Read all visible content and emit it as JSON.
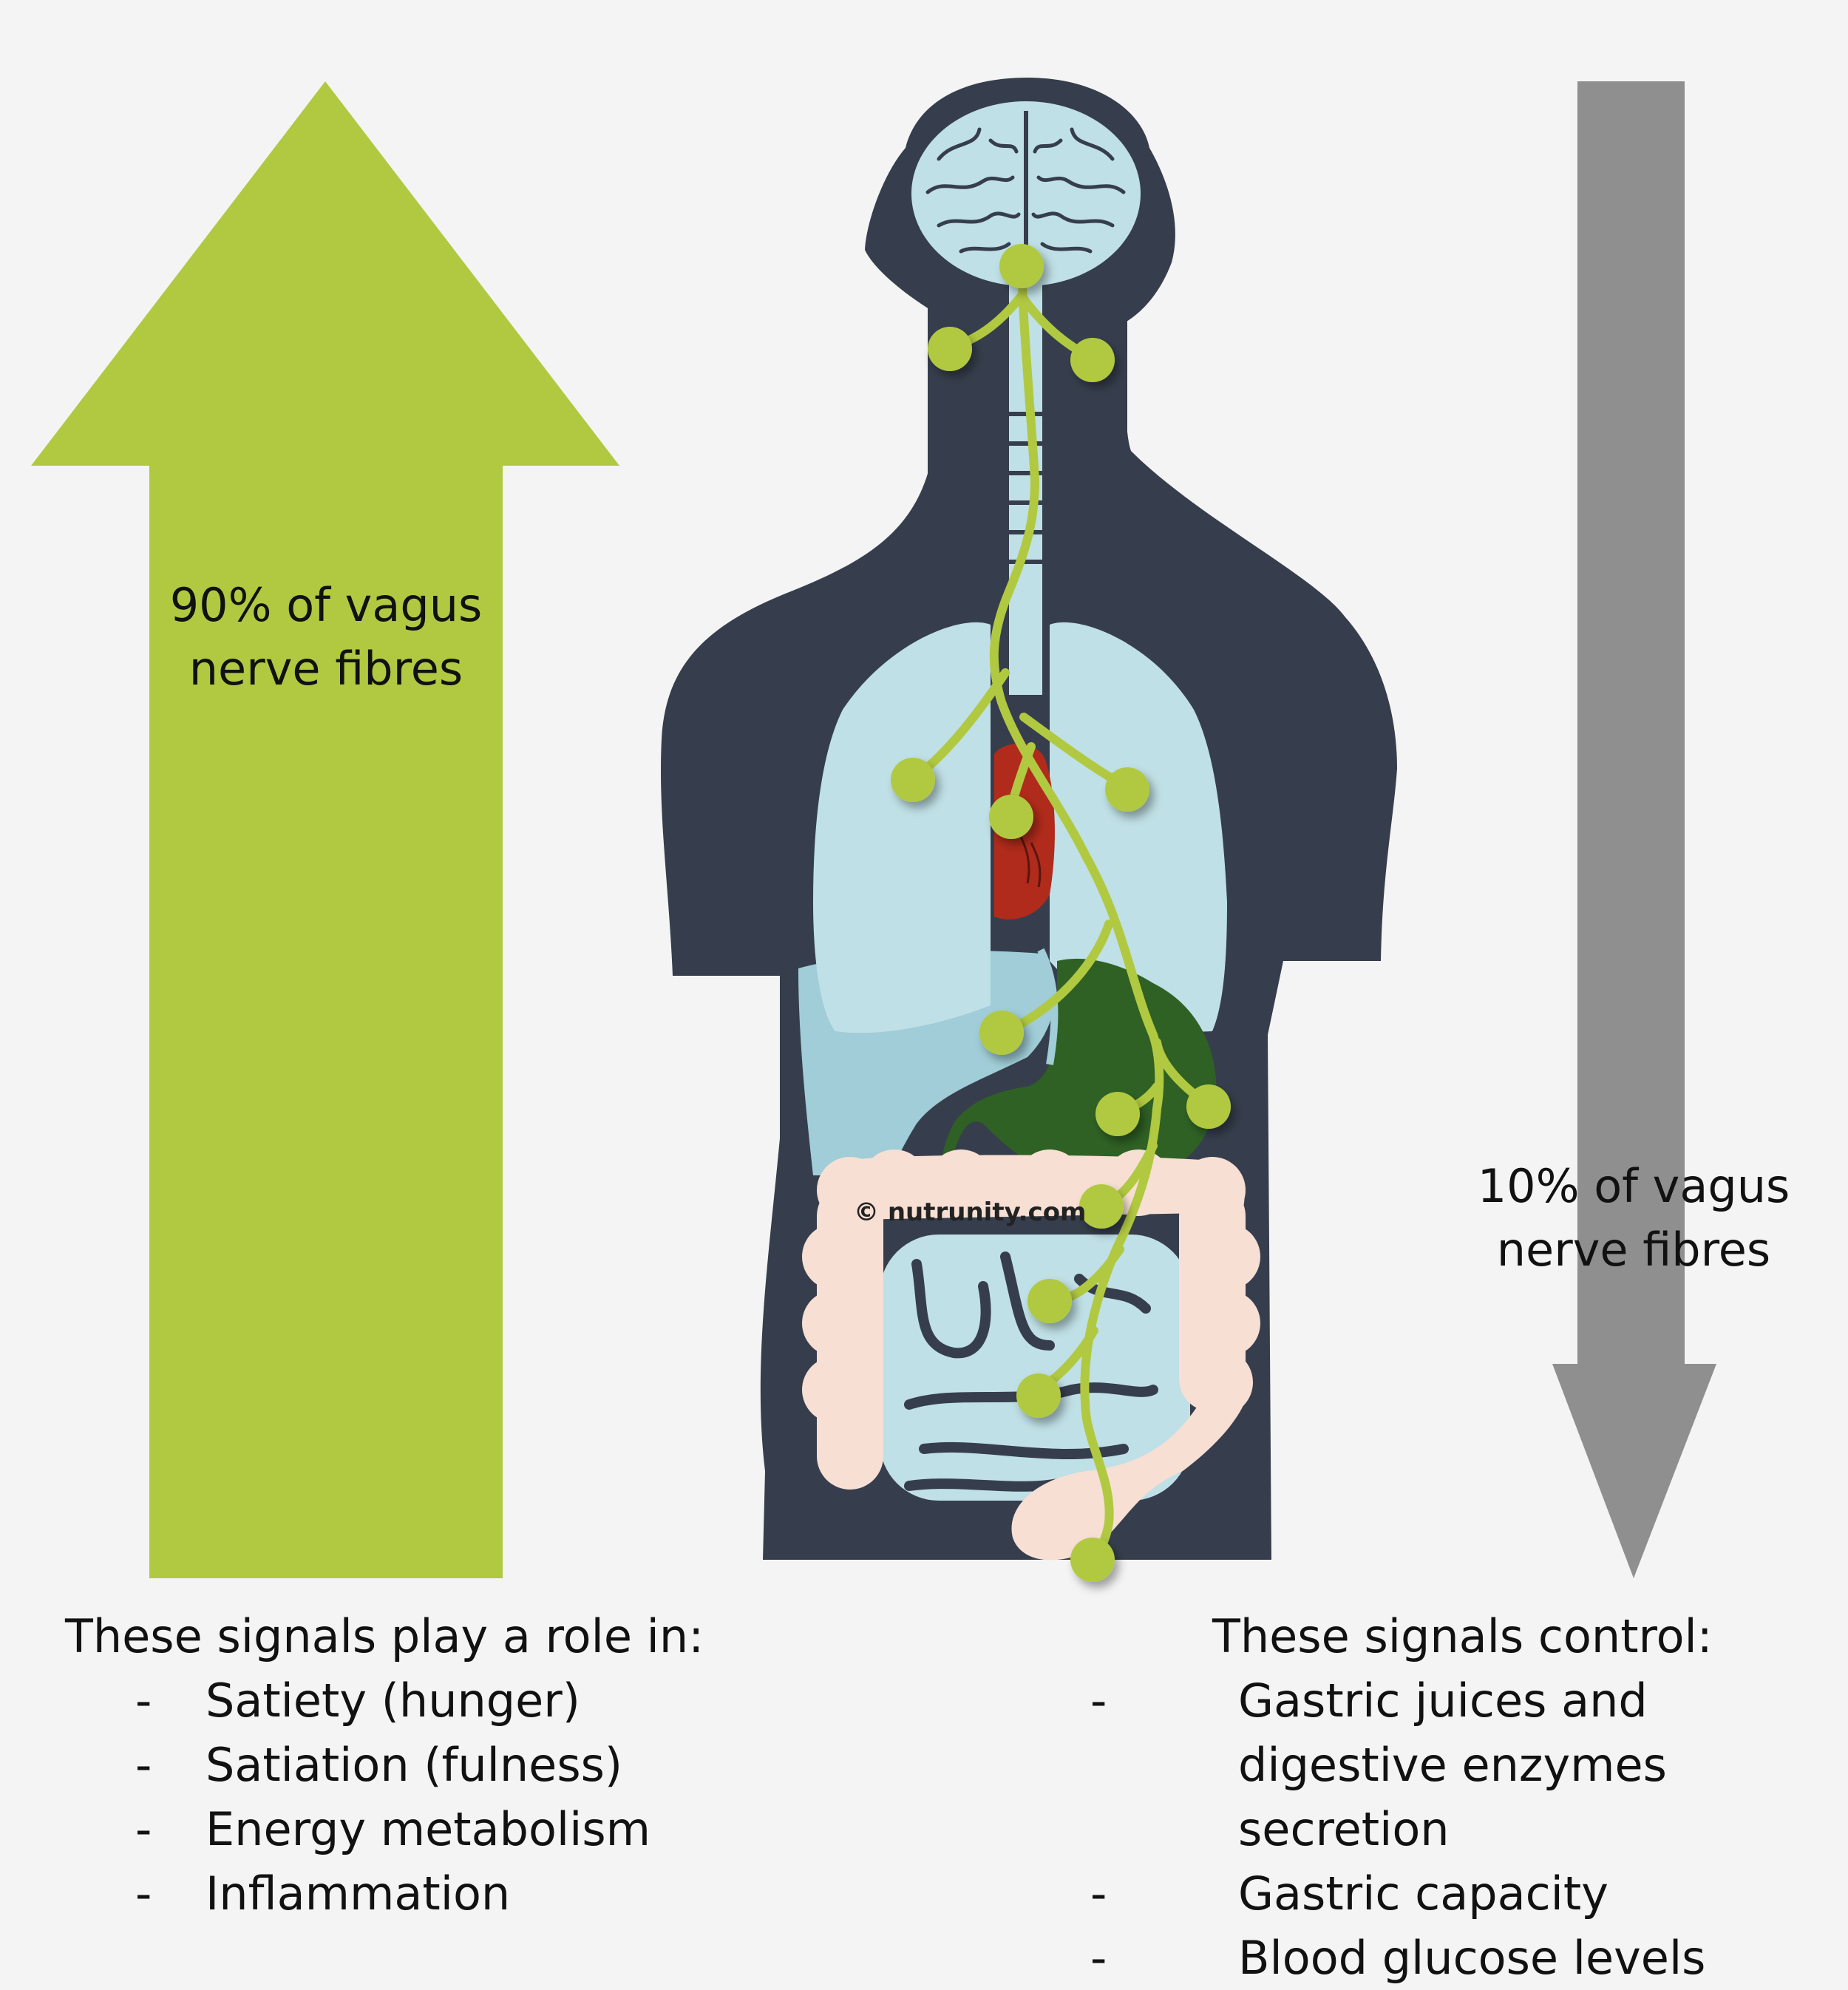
{
  "up_arrow": {
    "color": "#b1c941",
    "label_line1": "90% of vagus",
    "label_line2": "nerve fibres"
  },
  "down_arrow": {
    "color": "#8f8f8f",
    "label_line1": "10% of vagus",
    "label_line2": "nerve fibres"
  },
  "watermark": "© nutrunity.com",
  "left_signals": {
    "heading": "These signals play a role in:",
    "items": [
      "Satiety (hunger)",
      "Satiation (fulness)",
      "Energy metabolism",
      "Inflammation"
    ]
  },
  "right_signals": {
    "heading": "These signals control:",
    "items": [
      "Gastric juices and digestive enzymes secretion",
      "Gastric capacity",
      "Blood glucose levels"
    ]
  },
  "colors": {
    "body": "#363e4d",
    "organ_light_blue": "#bfe0e6",
    "liver_blue": "#a0cdd7",
    "heart": "#b02b1b",
    "stomach": "#2f6124",
    "colon": "#f7dfd3",
    "nerve": "#b1c941",
    "background": "#f4f4f4"
  }
}
